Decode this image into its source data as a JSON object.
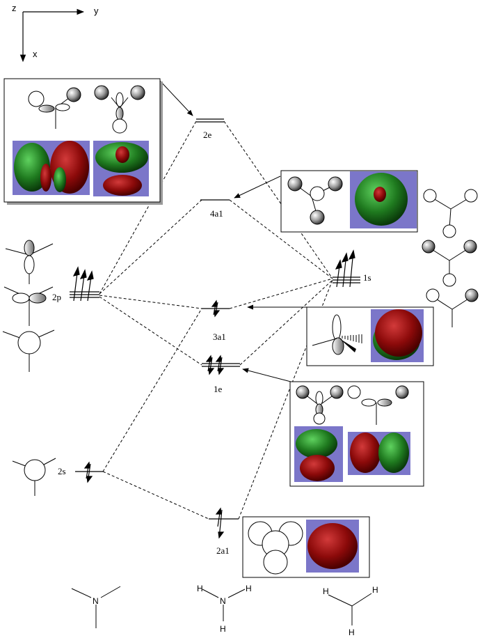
{
  "axes": {
    "z": "z",
    "y": "y",
    "x": "x"
  },
  "levels": {
    "2e": "2e",
    "4a1": "4a1",
    "3a1": "3a1",
    "1e": "1e",
    "2a1": "2a1",
    "n2p": "2p",
    "n2s": "2s",
    "h1s": "1s"
  },
  "molecules": {
    "nitrogen": "N",
    "ammonia_n": "N",
    "ammonia_h": "H",
    "hydrogen": "H"
  },
  "colors": {
    "orbital_bg": "#7b76c9",
    "lobe_red": "#8c0a0a",
    "lobe_green": "#1f7a1f",
    "line": "#000000"
  }
}
